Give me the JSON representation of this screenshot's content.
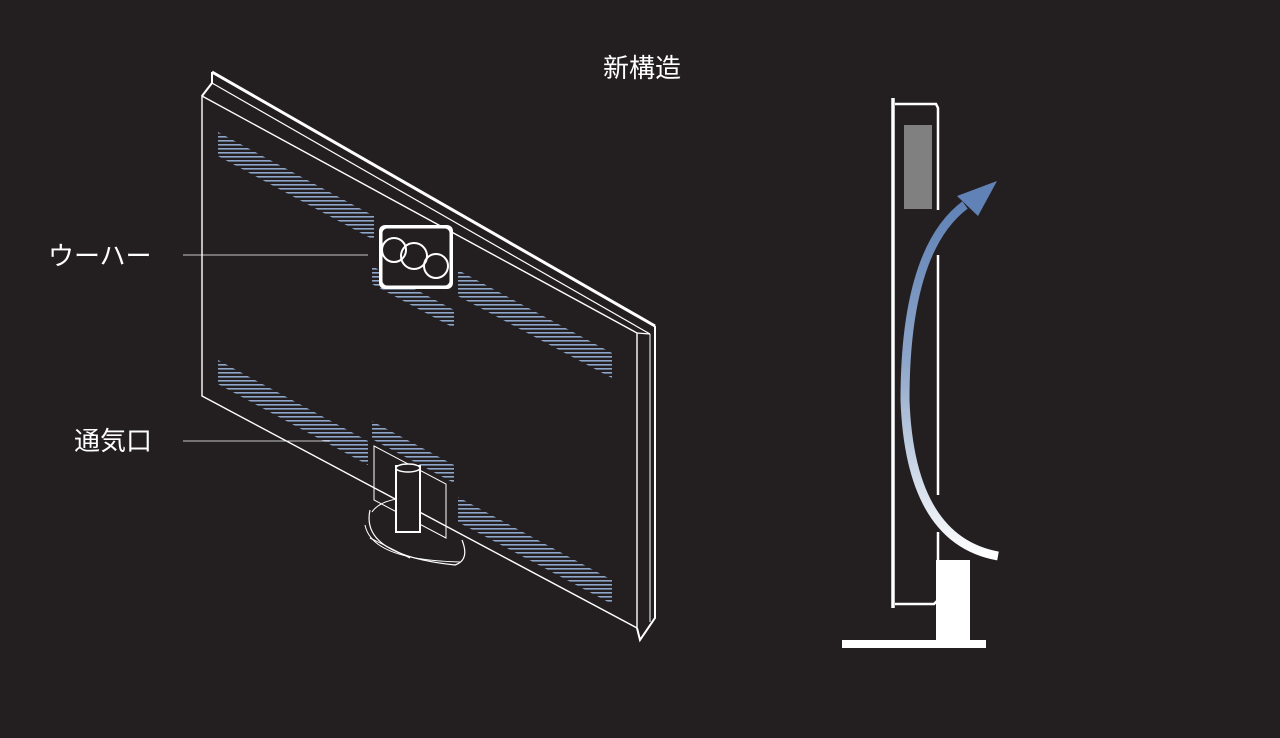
{
  "title": "新構造",
  "callouts": {
    "woofer": "ウーハー",
    "vent": "通気口"
  },
  "colors": {
    "background": "#231f20",
    "line": "#ffffff",
    "vent_stripe": "#8ea6c9",
    "airflow_arrow_start": "#ffffff",
    "airflow_arrow_end": "#6082b6",
    "panel_block": "#808080"
  },
  "icons": {
    "tv": "tv-rear-perspective-icon",
    "cross_section": "tv-side-cross-section-icon",
    "airflow": "airflow-arrow-icon"
  }
}
